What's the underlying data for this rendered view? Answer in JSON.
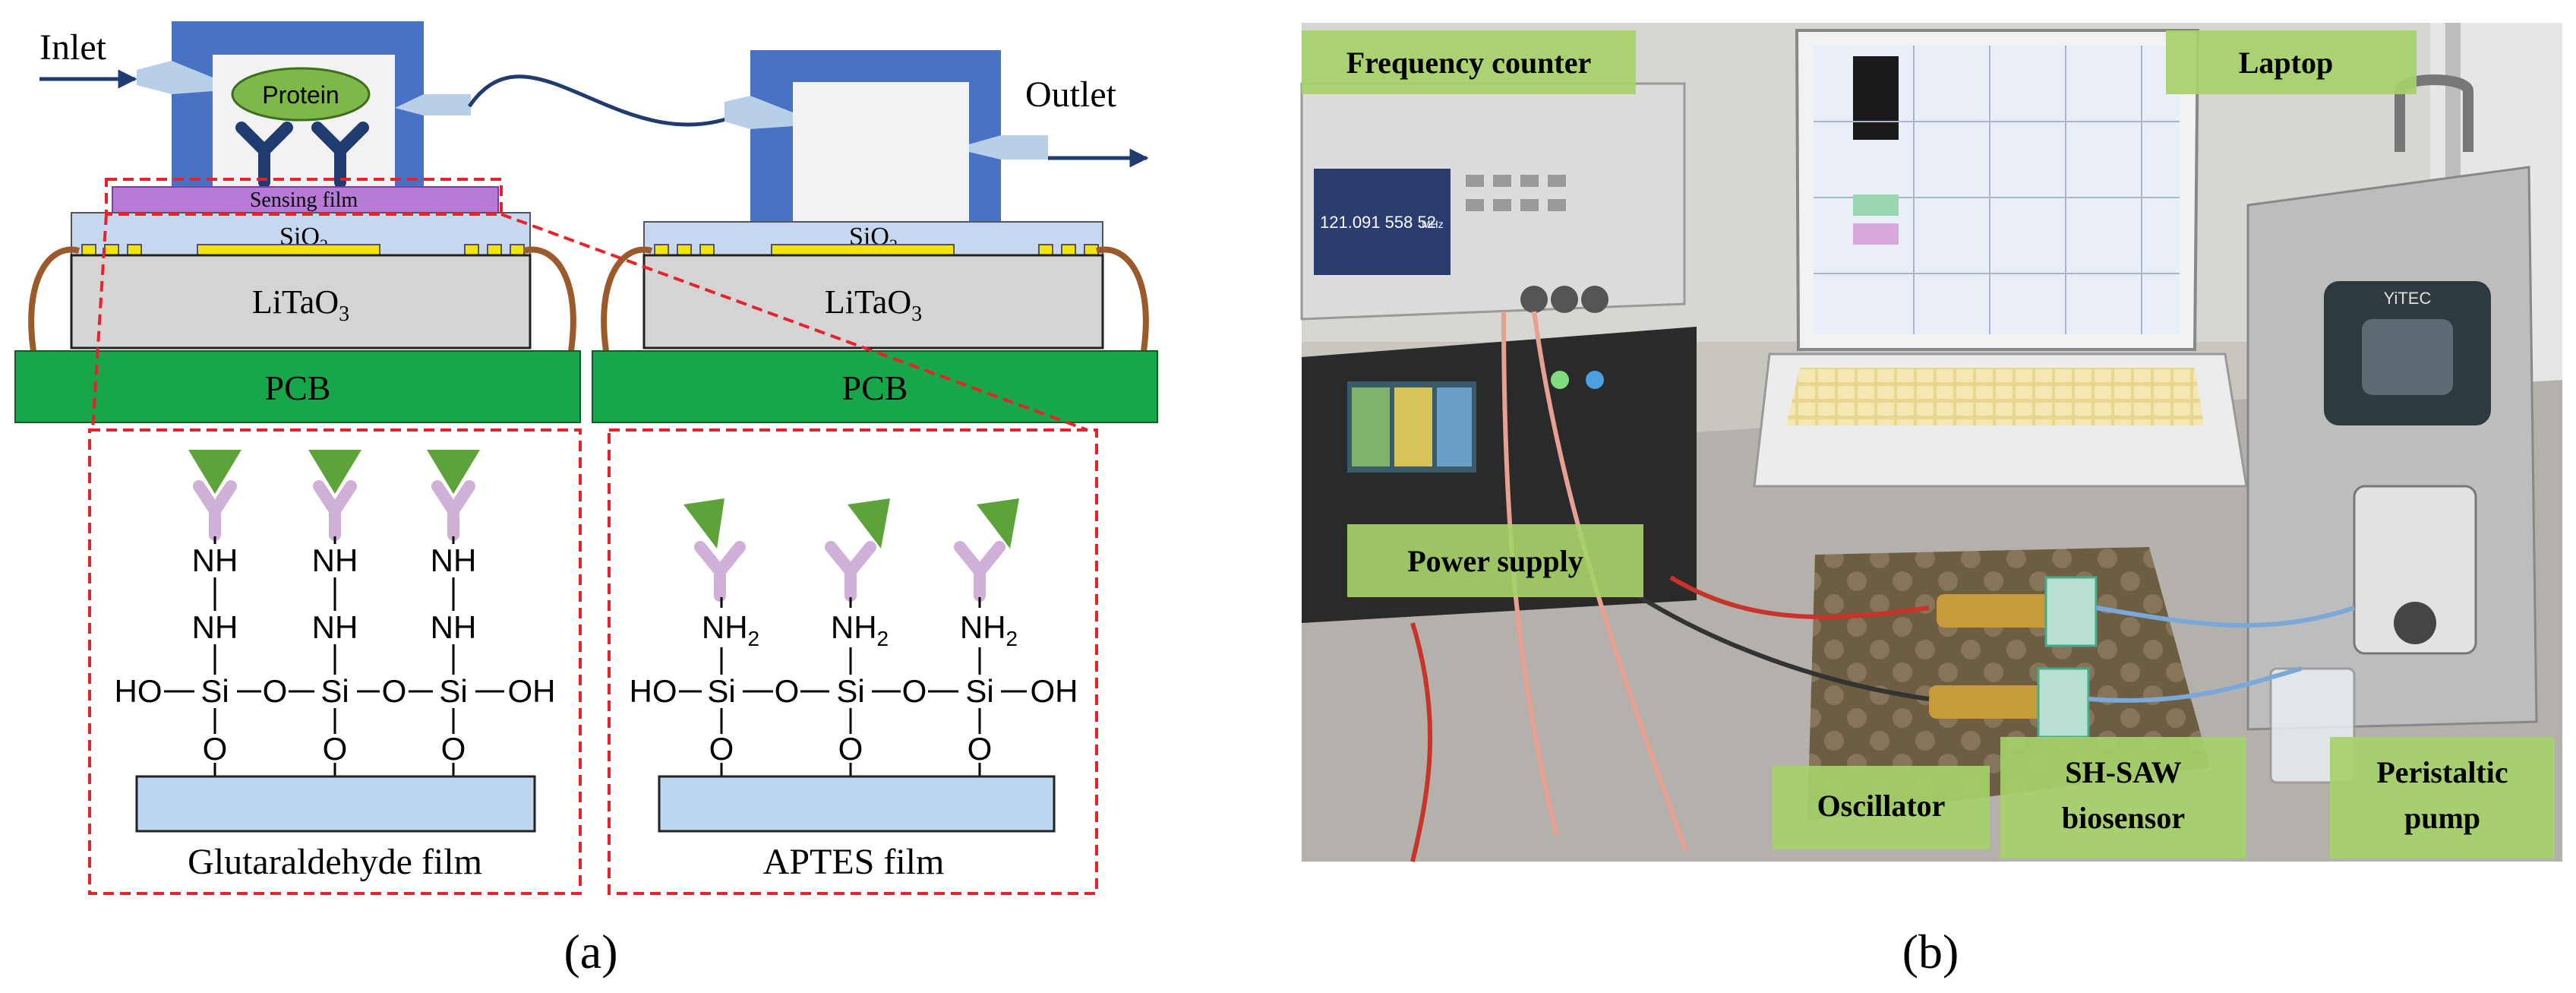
{
  "panel_a": {
    "inlet": "Inlet",
    "outlet": "Outlet",
    "protein": "Protein",
    "sensing_film": "Sensing film",
    "sio2": "SiO",
    "sio2_sub": "2",
    "litao3_main": "LiTaO",
    "litao3_sub": "3",
    "pcb": "PCB",
    "nh": "NH",
    "nh2_main": "NH",
    "nh2_sub": "2",
    "ho": "HO",
    "si": "Si",
    "o": "O",
    "oh": "OH",
    "glutaraldehyde_film": "Glutaraldehyde film",
    "aptes_film": "APTES film",
    "label": "(a)"
  },
  "panel_b": {
    "frequency_counter": "Frequency counter",
    "laptop": "Laptop",
    "power_supply": "Power supply",
    "oscillator": "Oscillator",
    "sh_saw_line1": "SH-SAW",
    "sh_saw_line2": "biosensor",
    "peristaltic_line1": "Peristaltic",
    "peristaltic_line2": "pump",
    "counter_readout": "121.091 558 52",
    "counter_unit": "MHz",
    "pump_brand": "YiTEC",
    "label": "(b)"
  },
  "colors": {
    "chamber_blue": "#4a72c4",
    "arrow_light_blue": "#b8cfe8",
    "protein_green": "#7db84a",
    "antibody_navy": "#1f3b70",
    "sensing_purple": "#b77ad6",
    "sio2_light": "#c5d8f0",
    "electrode_yellow": "#f2e600",
    "litao3_gray": "#d4d4d4",
    "pcb_green": "#17a64a",
    "wire_brown": "#9c5a2a",
    "dash_red": "#e8222a",
    "ab_pink": "#cfb0d6",
    "triangle_green": "#5da33a",
    "substrate_blue": "#bcd6ef",
    "label_green": "#a6d16a"
  },
  "icons": [
    "protein-blob",
    "y-antibody",
    "flow-arrow",
    "bond-wire"
  ]
}
